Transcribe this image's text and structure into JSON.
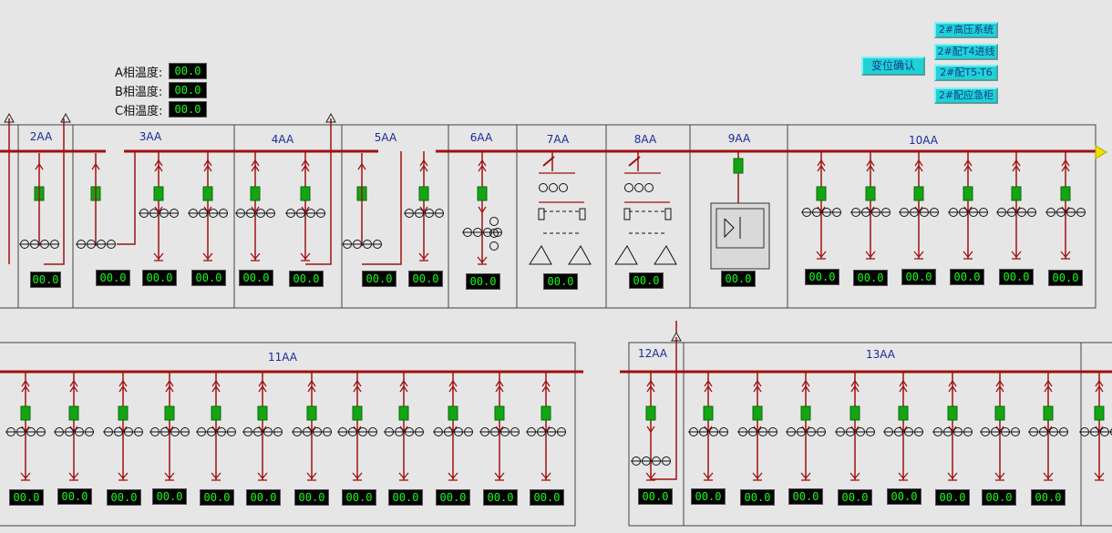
{
  "temps": [
    {
      "label": "A相温度:",
      "value": "00.0"
    },
    {
      "label": "B相温度:",
      "value": "00.0"
    },
    {
      "label": "C相温度:",
      "value": "00.0"
    }
  ],
  "buttons": {
    "confirm": "变位确认",
    "nav": [
      "2#高压系统",
      "2#配T4进线",
      "2#配T5-T6",
      "2#配应急柜"
    ]
  },
  "cabinets_top": [
    "2AA",
    "3AA",
    "4AA",
    "5AA",
    "6AA",
    "7AA",
    "8AA",
    "9AA",
    "10AA"
  ],
  "cabinets_bottom": [
    "11AA",
    "12AA",
    "13AA"
  ],
  "readings_top": [
    "00.0",
    "00.0",
    "00.0",
    "00.0",
    "00.0",
    "00.0",
    "00.0",
    "00.0",
    "00.0",
    "00.0",
    "00.0",
    "00.0",
    "00.0",
    "00.0",
    "00.0",
    "00.0",
    "00.0",
    "00.0"
  ],
  "readings_bottom": [
    "00.0",
    "00.0",
    "00.0",
    "00.0",
    "00.0",
    "00.0",
    "00.0",
    "00.0",
    "00.0",
    "00.0",
    "00.0",
    "00.0",
    "00.0",
    "00.0",
    "00.0",
    "00.0",
    "00.0",
    "00.0",
    "00.0",
    "00.0",
    "00.0"
  ],
  "colors": {
    "busbar": "#a01010",
    "breaker": "#13a613",
    "readout_text": "#19ff19",
    "button": "#1fd2d6",
    "label": "#1a2a9c"
  }
}
